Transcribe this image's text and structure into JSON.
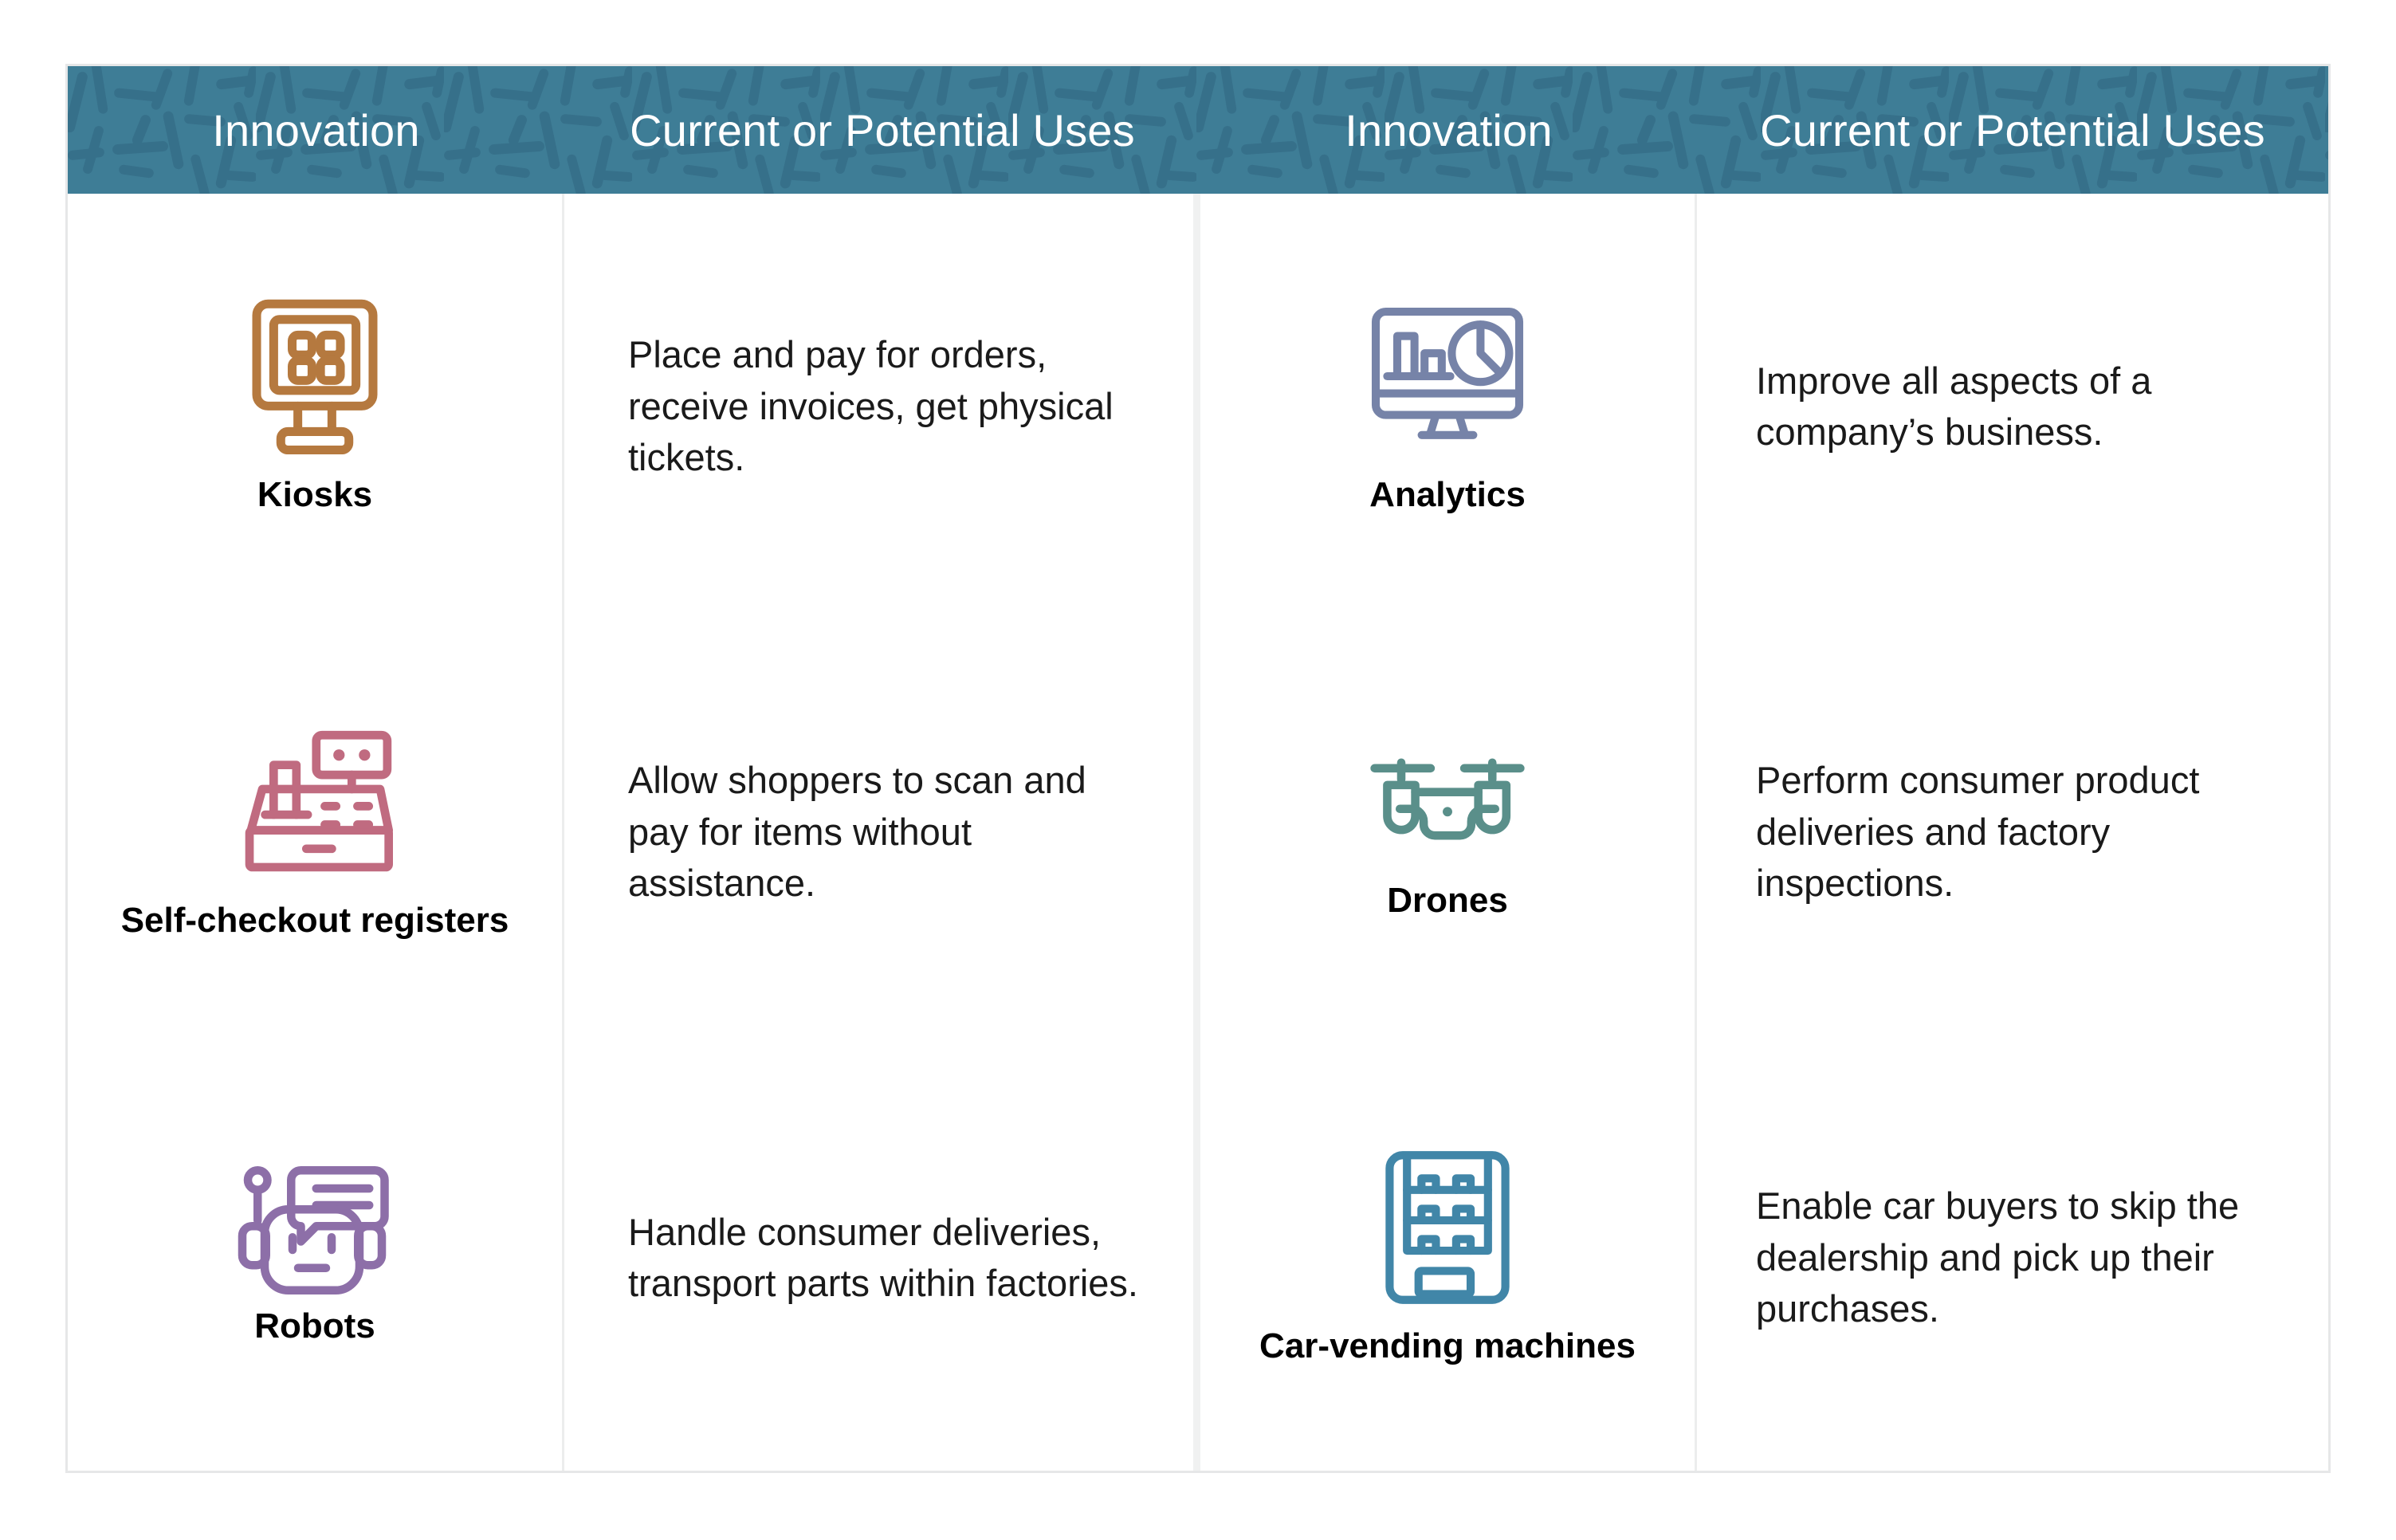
{
  "table": {
    "header": {
      "columns": [
        {
          "label": "Innovation"
        },
        {
          "label": "Current or Potential Uses"
        },
        {
          "label": "Innovation"
        },
        {
          "label": "Current or Potential Uses"
        }
      ],
      "background_color": "#3e7d96",
      "pattern_color": "#36708a",
      "text_color": "#ffffff"
    },
    "border_color": "#e6e7e8",
    "divider_color": "#eceded",
    "center_divider_color": "#f0f1f1",
    "left_half": {
      "rows": [
        {
          "icon_name": "kiosk-icon",
          "icon_color": "#b5793f",
          "innovation": "Kiosks",
          "uses": "Place and pay for orders, receive invoices, get physical tickets."
        },
        {
          "icon_name": "cash-register-icon",
          "icon_color": "#c06b80",
          "innovation": "Self-checkout registers",
          "uses": "Allow shoppers to scan and pay for items without assistance."
        },
        {
          "icon_name": "robot-icon",
          "icon_color": "#8d6fa8",
          "innovation": "Robots",
          "uses": "Handle consumer deliveries, transport parts within factories."
        }
      ]
    },
    "right_half": {
      "rows": [
        {
          "icon_name": "analytics-monitor-icon",
          "icon_color": "#7683a8",
          "innovation": "Analytics",
          "uses": "Improve all aspects of a company’s business."
        },
        {
          "icon_name": "drone-icon",
          "icon_color": "#5a8f8a",
          "innovation": "Drones",
          "uses": "Perform consumer product deliveries and factory inspections."
        },
        {
          "icon_name": "car-vending-machine-icon",
          "icon_color": "#4186a8",
          "innovation": "Car-vending machines",
          "uses": "Enable car buyers to skip the dealership and pick up their purchases."
        }
      ]
    }
  }
}
